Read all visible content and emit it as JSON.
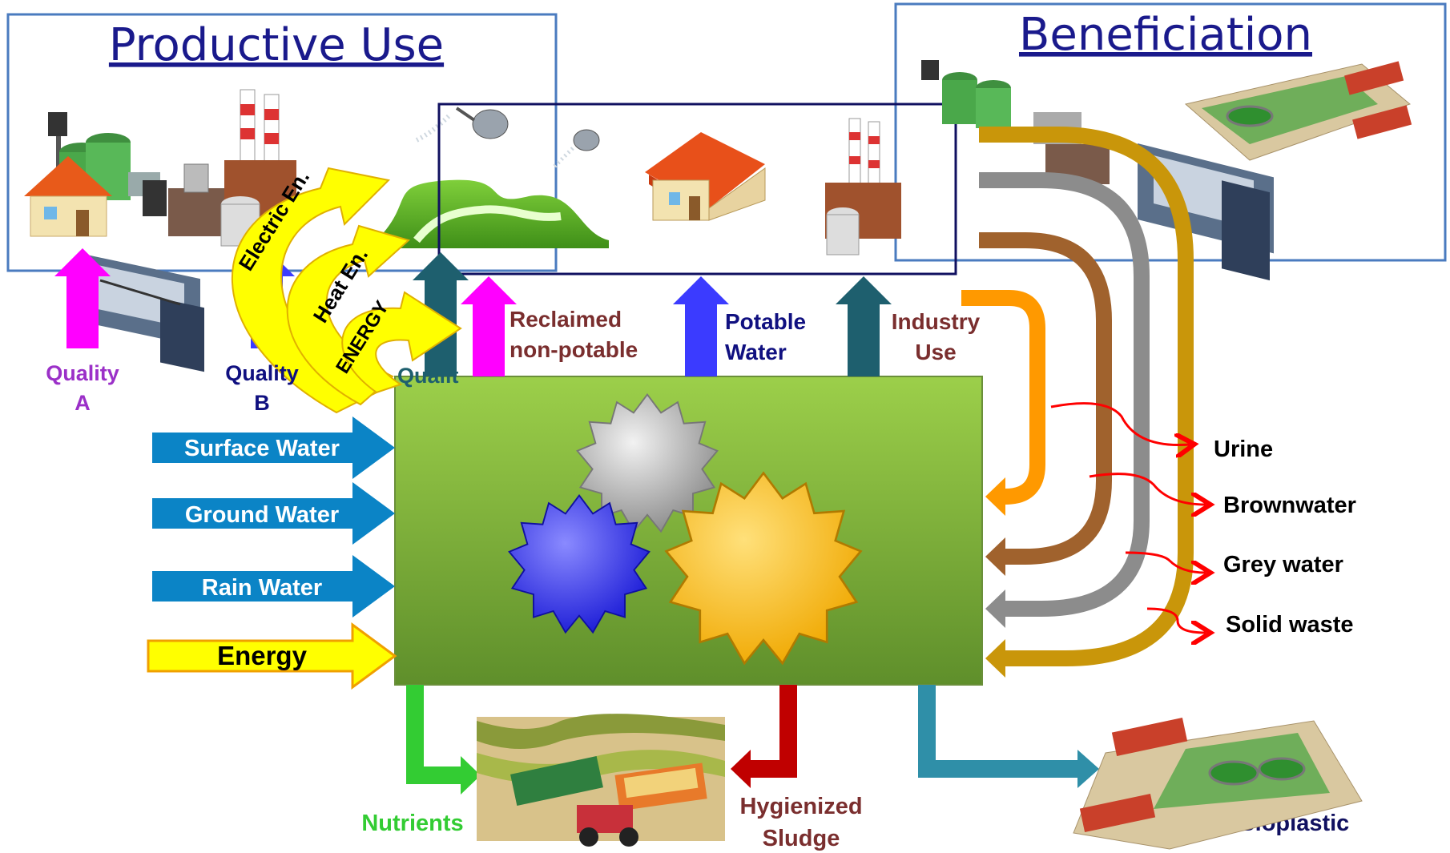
{
  "titles": {
    "productive_use": "Productive Use",
    "beneficiation": "Beneficiation"
  },
  "qualities": {
    "a_line1": "Quality",
    "a_line2": "A",
    "b_line1": "Quality",
    "b_line2": "B",
    "c_partial": "Qualit"
  },
  "energy_labels": {
    "electric": "Electric En.",
    "heat": "Heat En.",
    "energy": "ENERGY"
  },
  "outputs_top": {
    "reclaimed_line1": "Reclaimed",
    "reclaimed_line2": "non-potable",
    "potable_line1": "Potable",
    "potable_line2": "Water",
    "industry_line1": "Industry",
    "industry_line2": "Use"
  },
  "inputs": {
    "surface": "Surface Water",
    "ground": "Ground Water",
    "rain": "Rain Water",
    "energy": "Energy"
  },
  "waste_streams": {
    "urine": "Urine",
    "brownwater": "Brownwater",
    "greywater": "Grey water",
    "solid": "Solid waste"
  },
  "outputs_bottom": {
    "nutrients": "Nutrients",
    "sludge_line1": "Hygienized",
    "sludge_line2": "Sludge",
    "bioplastic": "Bioplastic"
  },
  "colors": {
    "magenta": "#ff00ff",
    "blue": "#3b3bff",
    "teal": "#1e5f6e",
    "cyan_arrow": "#0b84c6",
    "yellow": "#ffff00",
    "green_box": "#8cbd3f",
    "orange": "#ff9900",
    "brown": "#a0622d",
    "grey": "#8c8c8c",
    "gold": "#c9960a",
    "red": "#ff0000"
  },
  "icons": [
    "house-green-tanks-icon",
    "factory-chimneys-icon",
    "treatment-plant-machine-icon",
    "watering-can-icon",
    "green-field-icon",
    "house-red-roof-icon",
    "factory-small-icon",
    "wastewater-plant-aerial-icon",
    "gear-grey-icon",
    "gear-blue-icon",
    "gear-yellow-icon",
    "farm-tractor-icon"
  ]
}
